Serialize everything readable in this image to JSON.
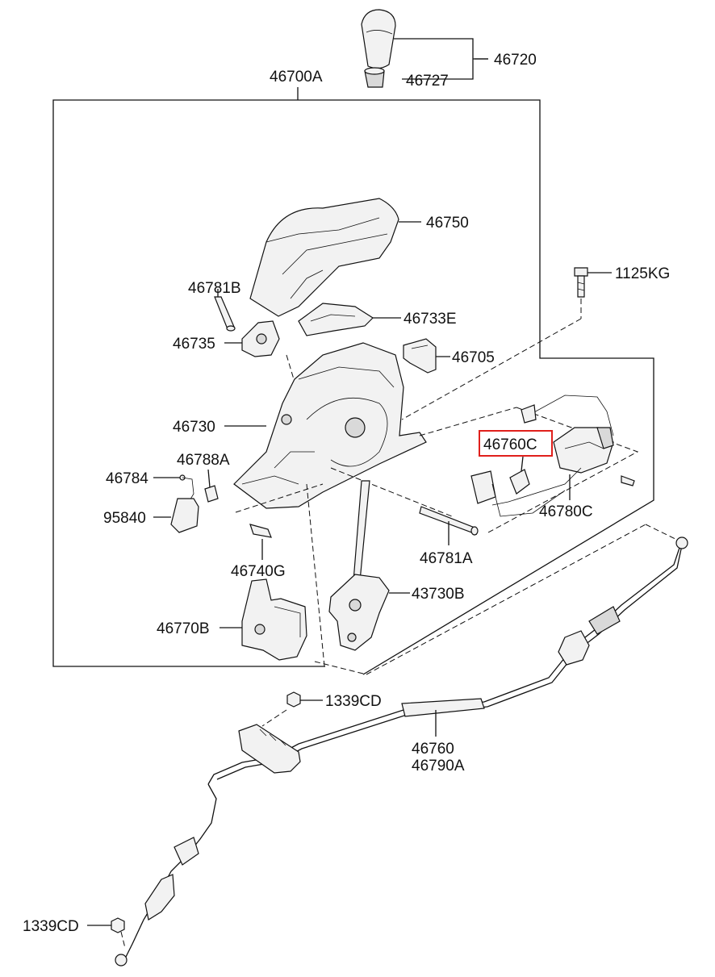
{
  "diagram": {
    "part_labels": {
      "p46720": "46720",
      "p46727": "46727",
      "p46700A": "46700A",
      "p46750": "46750",
      "p46781B": "46781B",
      "p1125KG": "1125KG",
      "p46733E": "46733E",
      "p46735": "46735",
      "p46705": "46705",
      "p46730": "46730",
      "p46760C": "46760C",
      "p46788A": "46788A",
      "p46784": "46784",
      "p46780C": "46780C",
      "p95840": "95840",
      "p46781A": "46781A",
      "p46740G": "46740G",
      "p43730B": "43730B",
      "p46770B": "46770B",
      "p1339CD_top": "1339CD",
      "p46760": "46760",
      "p46790A": "46790A",
      "p1339CD_bottom": "1339CD"
    },
    "highlighted_part": "46760C",
    "highlight_color": "#e0201c"
  }
}
